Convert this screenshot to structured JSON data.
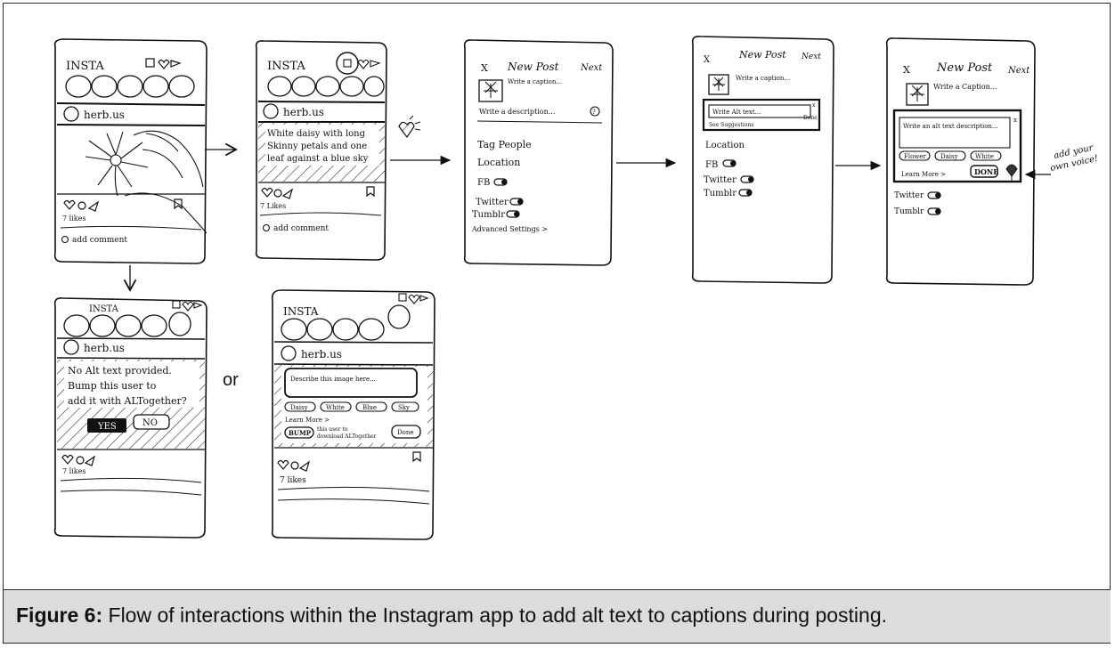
{
  "app": {
    "brand": "INSTA",
    "username": "herb.us"
  },
  "screen1": {
    "likes": "7 likes",
    "comment": "add comment"
  },
  "screen2": {
    "alt_text": [
      "White daisy with long",
      "Skinny petals and one",
      "leaf against a blue sky"
    ],
    "likes": "7 Likes",
    "comment": "add comment"
  },
  "screen3": {
    "close": "X",
    "title": "New Post",
    "next": "Next",
    "caption_prompt": "Write a caption...",
    "description_prompt": "Write a description...",
    "help": "?",
    "menu": [
      "Tag People",
      "Location",
      "FB",
      "Twitter",
      "Tumblr",
      "Advanced Settings >"
    ]
  },
  "screen4": {
    "close": "X",
    "title": "New Post",
    "next": "Next",
    "caption_prompt": "Write a caption...",
    "alt_input": "Write Alt text...",
    "suggestions": "See Suggestions",
    "done": "Done",
    "menu": [
      "Location",
      "FB",
      "Twitter",
      "Tumblr"
    ]
  },
  "screen5": {
    "close": "X",
    "title": "New Post",
    "next": "Next",
    "caption_prompt": "Write a Caption...",
    "alt_input": "Write an alt text description...",
    "chips": [
      "Flower",
      "Daisy",
      "White"
    ],
    "learn_more": "Learn More >",
    "done": "DONE",
    "menu": [
      "Twitter",
      "Tumblr"
    ],
    "annotation": [
      "add your",
      "own voice!"
    ]
  },
  "screen6": {
    "message": [
      "No Alt text provided.",
      "Bump this user to",
      "add it with ALTogether?"
    ],
    "yes": "YES",
    "no": "NO",
    "likes": "7 likes"
  },
  "connector_or": "or",
  "screen7": {
    "describe_prompt": "Describe this image here...",
    "chips": [
      "Daisy",
      "White",
      "Blue",
      "Sky"
    ],
    "learn_more": "Learn More >",
    "bump": "BUMP",
    "bump_note": [
      "this user to",
      "download ALTogether"
    ],
    "done": "Done",
    "likes": "7 likes"
  },
  "figure": {
    "label": "Figure 6:",
    "caption": "Flow of interactions within the Instagram app to add alt text to captions during posting."
  }
}
